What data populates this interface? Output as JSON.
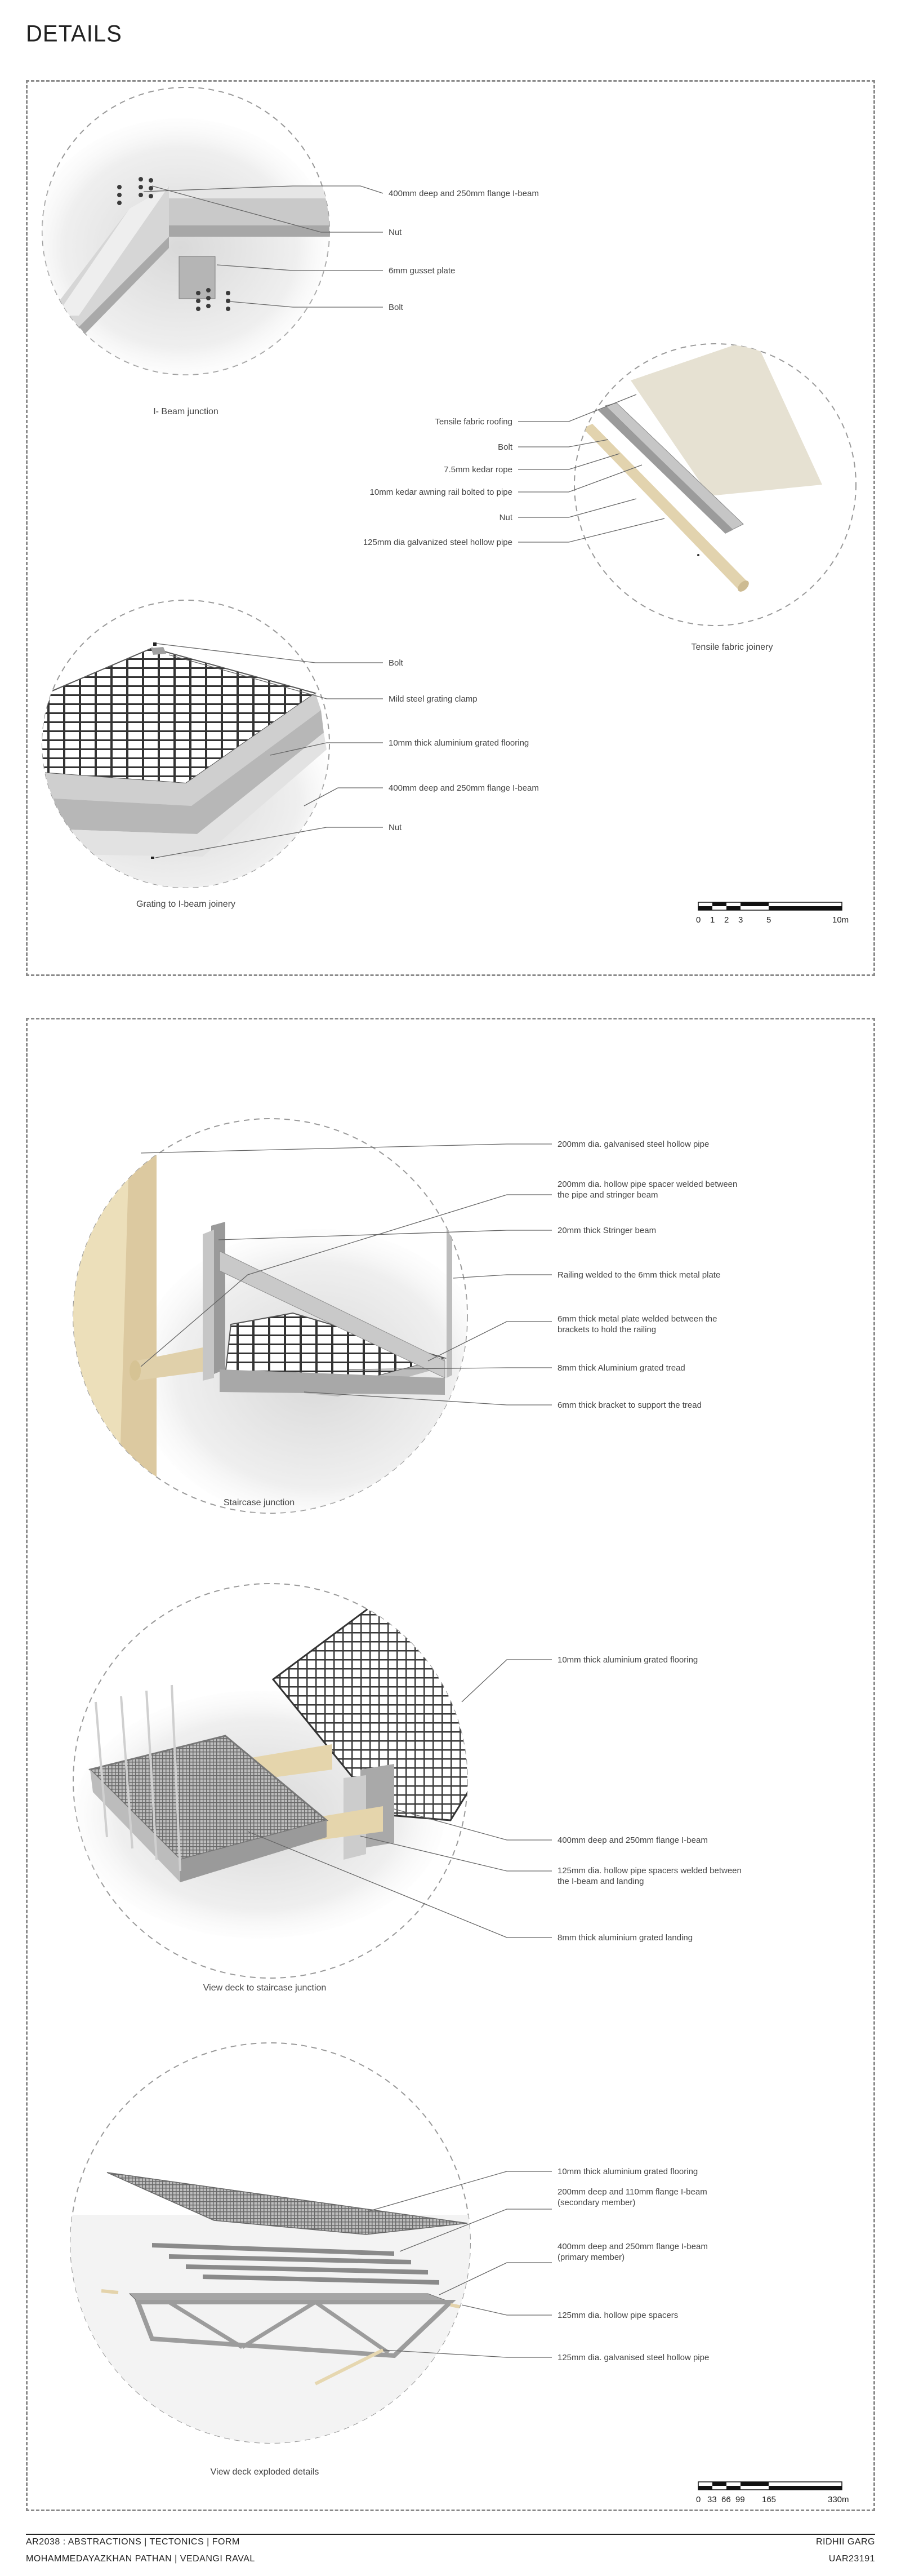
{
  "page": {
    "title": "DETAILS"
  },
  "panel1": {
    "ibeam": {
      "caption": "I- Beam junction",
      "labels": [
        "400mm deep and 250mm flange I-beam",
        "Nut",
        "6mm gusset plate",
        "Bolt"
      ]
    },
    "tensile": {
      "caption": "Tensile fabric joinery",
      "labels": [
        "Tensile fabric roofing",
        "Bolt",
        "7.5mm kedar rope",
        "10mm kedar awning rail bolted to pipe",
        "Nut",
        "125mm dia galvanized steel hollow pipe"
      ]
    },
    "grating": {
      "caption": "Grating to I-beam joinery",
      "labels": [
        "Bolt",
        "Mild steel grating clamp",
        "10mm thick aluminium grated flooring",
        "400mm deep and 250mm flange I-beam",
        "Nut"
      ]
    },
    "scale": {
      "ticks": [
        "0",
        "1",
        "2",
        "3",
        "5",
        "10m"
      ]
    }
  },
  "panel2": {
    "staircase": {
      "caption": "Staircase junction",
      "labels": [
        "200mm dia. galvanised steel hollow pipe",
        "200mm dia. hollow pipe spacer welded between\nthe pipe and stringer beam",
        "20mm thick Stringer beam",
        "Railing welded to the 6mm thick metal plate",
        "6mm thick metal plate welded between the\nbrackets to hold the railing",
        "8mm thick Aluminium grated tread",
        "6mm thick bracket to support the tread"
      ]
    },
    "deck_stair": {
      "caption": "View deck to staircase junction",
      "labels": [
        "10mm thick aluminium grated flooring",
        "400mm deep and 250mm flange I-beam",
        "125mm dia. hollow pipe spacers welded between\nthe I-beam and landing",
        "8mm thick aluminium grated landing"
      ]
    },
    "exploded": {
      "caption": "View deck exploded details",
      "labels": [
        "10mm thick aluminium grated flooring",
        "200mm deep and 110mm flange I-beam\n(secondary member)",
        "400mm deep and 250mm flange I-beam\n(primary member)",
        "125mm dia. hollow pipe spacers",
        "125mm dia. galvanised steel hollow pipe"
      ]
    },
    "scale": {
      "ticks": [
        "0",
        "33",
        "66",
        "99",
        "165",
        "330m"
      ]
    }
  },
  "footer": {
    "course": "AR2038 : ABSTRACTIONS | TECTONICS | FORM",
    "authors": "MOHAMMEDAYAZKHAN PATHAN | VEDANGI RAVAL",
    "name": "RIDHII GARG",
    "id": "UAR23191"
  }
}
